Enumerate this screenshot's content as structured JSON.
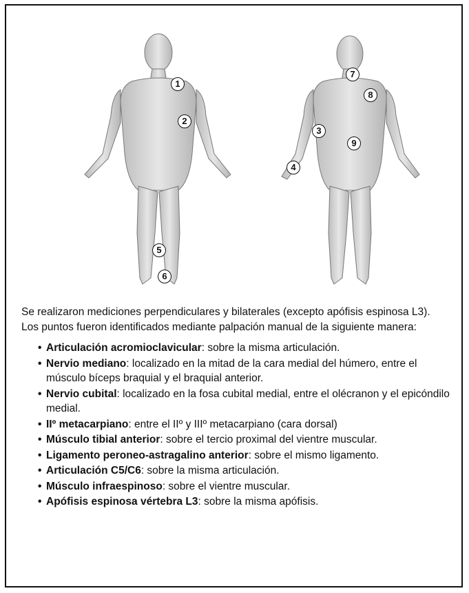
{
  "figure": {
    "markers": [
      {
        "id": "1"
      },
      {
        "id": "2"
      },
      {
        "id": "3"
      },
      {
        "id": "4"
      },
      {
        "id": "5"
      },
      {
        "id": "6"
      },
      {
        "id": "7"
      },
      {
        "id": "8"
      },
      {
        "id": "9"
      }
    ]
  },
  "intro": {
    "p1": "Se realizaron mediciones perpendiculares y bilaterales (excepto apófisis espinosa L3).",
    "p2": "Los puntos fueron identificados mediante palpación manual de la siguiente manera:"
  },
  "points": [
    {
      "term": "Articulación acromioclavicular",
      "desc": ": sobre la misma articulación."
    },
    {
      "term": "Nervio mediano",
      "desc": ": localizado en la mitad de la cara medial del húmero, entre el músculo bíceps braquial y el braquial anterior."
    },
    {
      "term": "Nervio cubital",
      "desc": ": localizado en la fosa cubital medial, entre el olécranon y el epicóndilo medial."
    },
    {
      "term": "IIº metacarpiano",
      "desc": ": entre el IIº y IIIº metacarpiano (cara dorsal)"
    },
    {
      "term": "Músculo tibial anterior",
      "desc": ": sobre el tercio proximal del vientre muscular."
    },
    {
      "term": "Ligamento peroneo-astragalino anterior",
      "desc": ": sobre el mismo ligamento."
    },
    {
      "term": "Articulación C5/C6",
      "desc": ": sobre la misma articulación."
    },
    {
      "term": "Músculo infraespinoso",
      "desc": ": sobre el vientre muscular."
    },
    {
      "term": "Apófisis espinosa vértebra L3",
      "desc": ": sobre la misma apófisis."
    }
  ]
}
